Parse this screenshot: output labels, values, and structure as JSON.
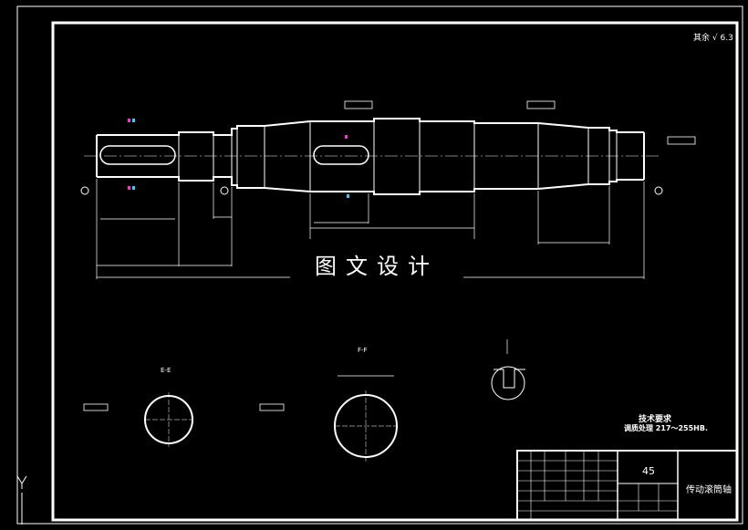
{
  "watermark": "图文设计",
  "roughness_note": "其余",
  "roughness_value": "6.3",
  "section_labels": {
    "e": "E-E",
    "f": "F-F"
  },
  "tech_requirements": {
    "title": "技术要求",
    "body": "调质处理 217～255HB."
  },
  "title_block": {
    "material": "45",
    "part_name": "传动滚筒轴"
  },
  "colors": {
    "background": "#000000",
    "lines": "#ffffff",
    "accent_cyan": "#33ccff",
    "accent_magenta": "#ff33cc"
  }
}
